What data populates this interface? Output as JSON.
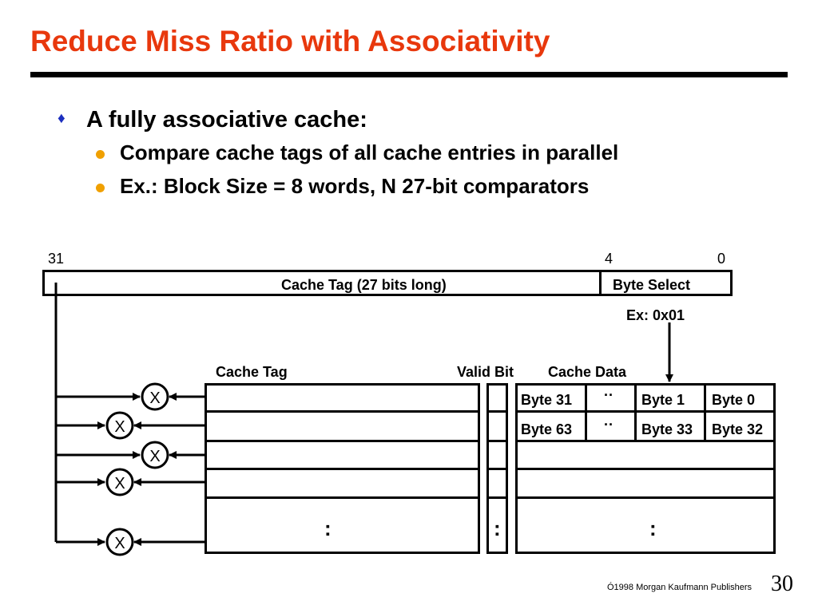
{
  "slide": {
    "title": "Reduce Miss Ratio with Associativity",
    "bullets": [
      {
        "text": "A fully associative cache:",
        "subbullets": [
          "Compare cache tags of all cache entries in parallel",
          "Ex.: Block Size = 8 words, N 27-bit comparators"
        ]
      }
    ],
    "colors": {
      "title": "#e8380d",
      "bullet_diamond": "#1c2fbf",
      "bullet_dot": "#f0a000"
    },
    "footer": "Ó1998 Morgan Kaufmann Publishers",
    "page_number": "30"
  },
  "diagram": {
    "bit_high": "31",
    "bit_mid": "4",
    "bit_low": "0",
    "tag_field": "Cache Tag (27 bits long)",
    "byte_select_field": "Byte Select",
    "example": "Ex: 0x01",
    "headers": {
      "cache_tag": "Cache Tag",
      "valid_bit": "Valid Bit",
      "cache_data": "Cache Data"
    },
    "rows": [
      {
        "first": "Byte 31",
        "dots": "··",
        "second": "Byte 1",
        "third": "Byte 0"
      },
      {
        "first": "Byte 63",
        "dots": "··",
        "second": "Byte 33",
        "third": "Byte 32"
      }
    ],
    "ellipsis": ":",
    "comparator_symbol": "X"
  }
}
